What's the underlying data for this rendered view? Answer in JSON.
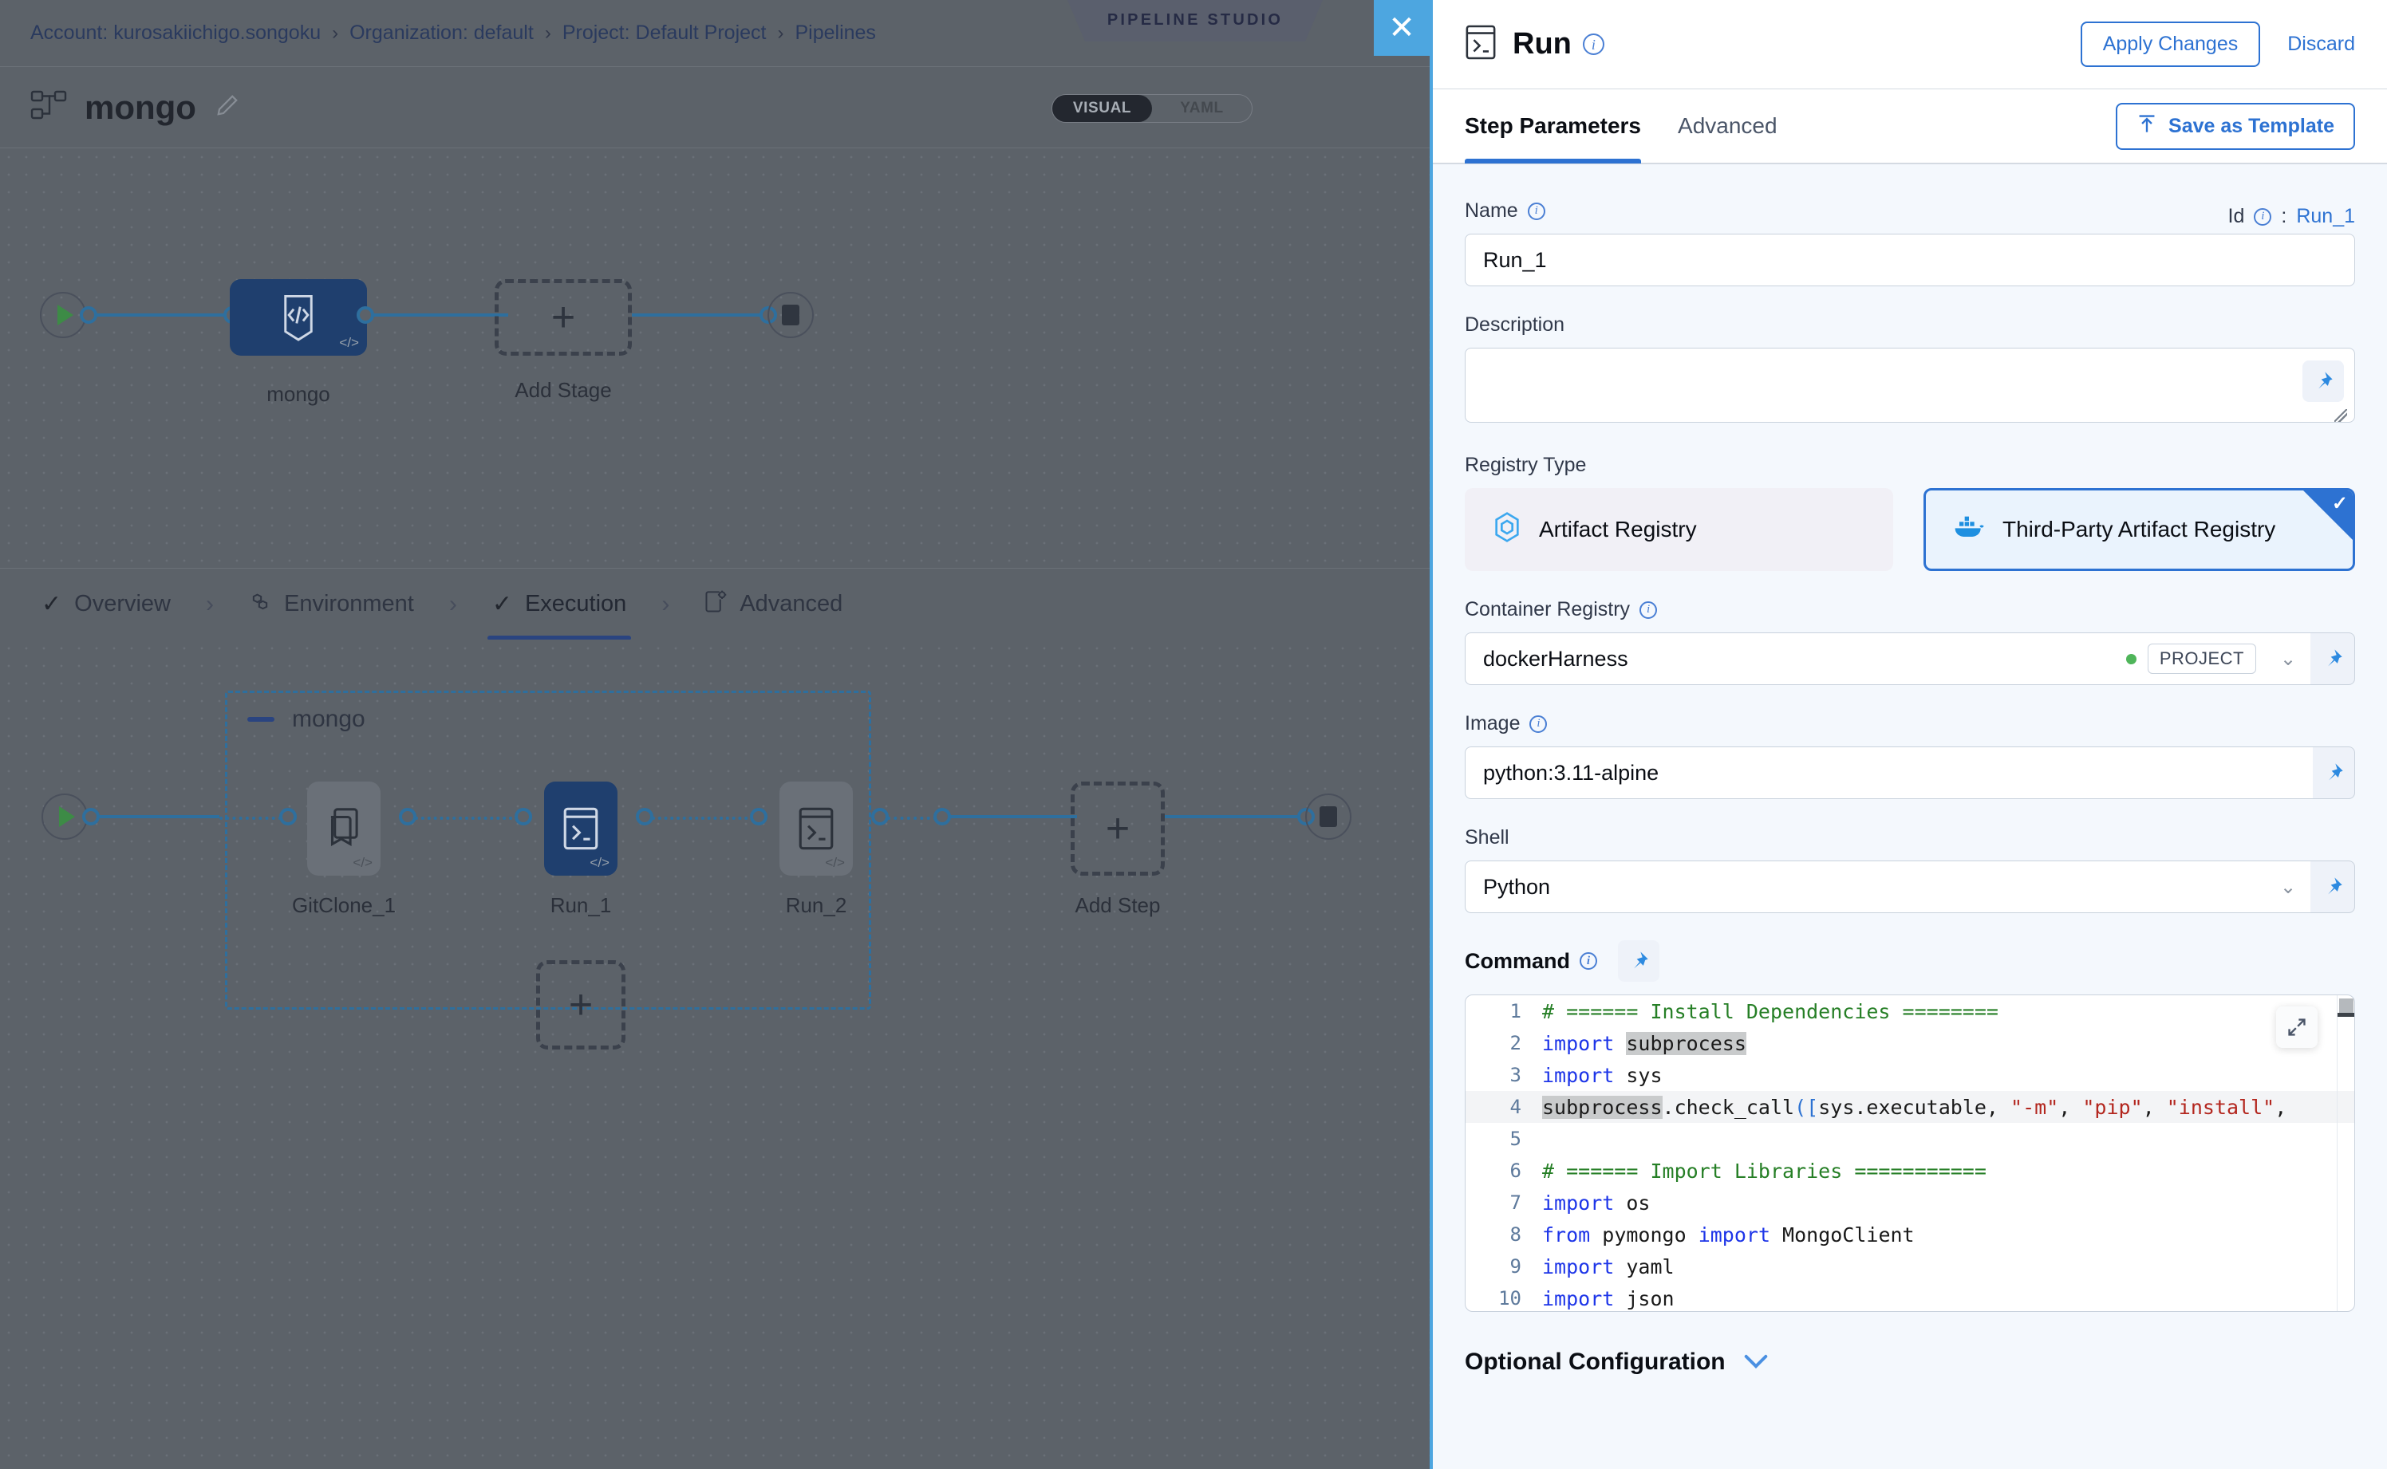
{
  "breadcrumb": {
    "items": [
      "Account: kurosakiichigo.songoku",
      "Organization: default",
      "Project: Default Project",
      "Pipelines"
    ],
    "separator": "›"
  },
  "studio": {
    "ribbon_label": "PIPELINE STUDIO",
    "close_label": "✕"
  },
  "pipeline": {
    "title": "mongo",
    "mode_toggle": {
      "options": [
        "VISUAL",
        "YAML"
      ],
      "selected": "VISUAL"
    }
  },
  "stage_canvas": {
    "nodes": [
      {
        "label": "mongo",
        "kind": "stage",
        "state": "selected"
      },
      {
        "label": "Add Stage",
        "kind": "add",
        "state": "dashed"
      }
    ]
  },
  "exec_tabs": {
    "items": [
      {
        "label": "Overview",
        "icon": "check-icon",
        "active": false
      },
      {
        "label": "Environment",
        "icon": "hex-icon",
        "active": false
      },
      {
        "label": "Execution",
        "icon": "check-icon",
        "active": true
      },
      {
        "label": "Advanced",
        "icon": "gear-doc-icon",
        "active": false
      }
    ],
    "separator": "›"
  },
  "exec_canvas": {
    "group_label": "mongo",
    "steps": [
      {
        "label": "GitClone_1",
        "icon": "git-clone-icon",
        "state": "plain"
      },
      {
        "label": "Run_1",
        "icon": "terminal-icon",
        "state": "selected"
      },
      {
        "label": "Run_2",
        "icon": "terminal-icon",
        "state": "plain"
      }
    ],
    "add_step_label": "Add Step",
    "parallel_add_label": "+"
  },
  "panel": {
    "icon": "terminal-icon",
    "title": "Run",
    "apply_label": "Apply Changes",
    "discard_label": "Discard",
    "tabs": [
      {
        "label": "Step Parameters",
        "active": true
      },
      {
        "label": "Advanced",
        "active": false
      }
    ],
    "save_template_label": "Save as Template",
    "name": {
      "label": "Name",
      "value": "Run_1",
      "id_label": "Id",
      "id_separator": ":",
      "id_value": "Run_1"
    },
    "description": {
      "label": "Description",
      "value": "",
      "placeholder": ""
    },
    "registry_type": {
      "label": "Registry Type",
      "options": [
        {
          "label": "Artifact Registry",
          "icon": "harness-cube-icon",
          "selected": false
        },
        {
          "label": "Third-Party Artifact Registry",
          "icon": "docker-whale-icon",
          "selected": true
        }
      ]
    },
    "container_registry": {
      "label": "Container Registry",
      "value": "dockerHarness",
      "scope": "PROJECT"
    },
    "image": {
      "label": "Image",
      "value": "python:3.11-alpine"
    },
    "shell": {
      "label": "Shell",
      "value": "Python"
    },
    "command": {
      "label": "Command",
      "lines": [
        {
          "n": "1",
          "tokens": [
            {
              "t": "# ====== Install Dependencies ========",
              "c": "tk-com"
            }
          ]
        },
        {
          "n": "2",
          "tokens": [
            {
              "t": "import ",
              "c": "tk-kw"
            },
            {
              "t": "subprocess",
              "c": "tk-pln tk-sel"
            }
          ]
        },
        {
          "n": "3",
          "tokens": [
            {
              "t": "import ",
              "c": "tk-kw"
            },
            {
              "t": "sys",
              "c": "tk-pln"
            }
          ]
        },
        {
          "n": "4",
          "highlight": true,
          "tokens": [
            {
              "t": "subprocess",
              "c": "tk-pln tk-sel"
            },
            {
              "t": ".check_call",
              "c": "tk-pln"
            },
            {
              "t": "(",
              "c": "tk-bkt"
            },
            {
              "t": "[",
              "c": "tk-bkt"
            },
            {
              "t": "sys.executable, ",
              "c": "tk-pln"
            },
            {
              "t": "\"-m\"",
              "c": "tk-str"
            },
            {
              "t": ", ",
              "c": "tk-pln"
            },
            {
              "t": "\"pip\"",
              "c": "tk-str"
            },
            {
              "t": ", ",
              "c": "tk-pln"
            },
            {
              "t": "\"install\"",
              "c": "tk-str"
            },
            {
              "t": ",",
              "c": "tk-pln"
            }
          ]
        },
        {
          "n": "5",
          "tokens": []
        },
        {
          "n": "6",
          "tokens": [
            {
              "t": "# ====== Import Libraries ===========",
              "c": "tk-com"
            }
          ]
        },
        {
          "n": "7",
          "tokens": [
            {
              "t": "import ",
              "c": "tk-kw"
            },
            {
              "t": "os",
              "c": "tk-pln"
            }
          ]
        },
        {
          "n": "8",
          "tokens": [
            {
              "t": "from ",
              "c": "tk-kw"
            },
            {
              "t": "pymongo ",
              "c": "tk-pln"
            },
            {
              "t": "import ",
              "c": "tk-kw"
            },
            {
              "t": "MongoClient",
              "c": "tk-pln"
            }
          ]
        },
        {
          "n": "9",
          "tokens": [
            {
              "t": "import ",
              "c": "tk-kw"
            },
            {
              "t": "yaml",
              "c": "tk-pln"
            }
          ]
        },
        {
          "n": "10",
          "tokens": [
            {
              "t": "import ",
              "c": "tk-kw"
            },
            {
              "t": "json",
              "c": "tk-pln"
            }
          ]
        }
      ]
    },
    "optional_configuration": {
      "label": "Optional Configuration"
    }
  },
  "colors": {
    "accent_blue": "#2d72d2",
    "close_blue": "#4da6e0",
    "node_selected": "#1f3f6e",
    "canvas_bg": "#5c6269",
    "panel_bg": "#f4f8fd",
    "comment_green": "#267f26",
    "string_red": "#b3261e",
    "keyword_blue": "#1d35e8",
    "scope_green": "#4fb55a"
  }
}
